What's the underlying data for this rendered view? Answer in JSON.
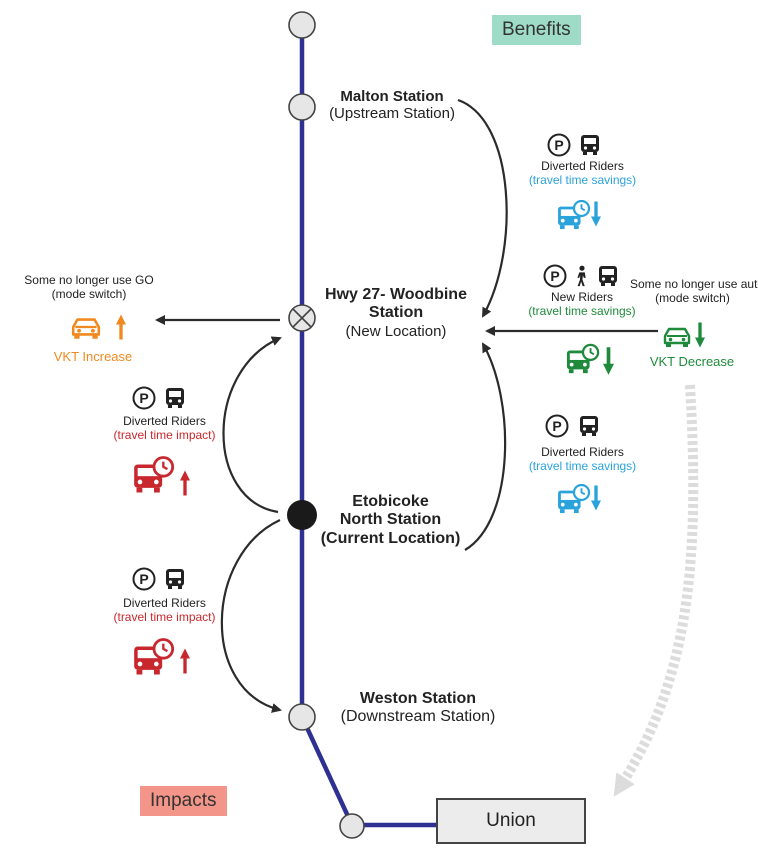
{
  "tags": {
    "benefits": "Benefits",
    "impacts": "Impacts"
  },
  "colors": {
    "line": "#2e3192",
    "arrow": "#2b2b2b",
    "benefit_blue": "#2aa3dc",
    "benefit_green": "#1f8a3b",
    "impact_red": "#c8282d",
    "vkt_orange": "#f08a1f",
    "benefits_bg": "#9fdcc8",
    "impacts_bg": "#f4958a",
    "union_arrow": "#dcdcdc"
  },
  "stations": {
    "malton": {
      "name": "Malton Station",
      "sub": "(Upstream Station)"
    },
    "woodbine": {
      "name1": "Hwy 27- Woodbine",
      "name2": "Station",
      "sub": "(New Location)"
    },
    "etobicoke": {
      "name1": "Etobicoke",
      "name2": "North Station",
      "sub": "(Current Location)"
    },
    "weston": {
      "name": "Weston Station",
      "sub": "(Downstream Station)"
    },
    "union": "Union"
  },
  "groups": {
    "upstream_diverted": {
      "label": "Diverted Riders",
      "note": "(travel time savings)",
      "icons": [
        "parking-icon",
        "bus-icon",
        "bus-clock-icon",
        "arrow-down-icon"
      ]
    },
    "new_riders": {
      "label": "New Riders",
      "note": "(travel time savings)",
      "icons": [
        "parking-icon",
        "walk-icon",
        "bus-icon",
        "bus-clock-icon",
        "arrow-down-icon"
      ]
    },
    "downstream_diverted_right": {
      "label": "Diverted Riders",
      "note": "(travel time savings)",
      "icons": [
        "parking-icon",
        "bus-icon",
        "bus-clock-icon",
        "arrow-down-icon"
      ]
    },
    "diverted_impact_upper": {
      "label": "Diverted Riders",
      "note": "(travel time impact)",
      "icons": [
        "parking-icon",
        "bus-icon",
        "bus-clock-icon",
        "arrow-up-icon"
      ]
    },
    "diverted_impact_lower": {
      "label": "Diverted Riders",
      "note": "(travel time impact)",
      "icons": [
        "parking-icon",
        "bus-icon",
        "bus-clock-icon",
        "arrow-up-icon"
      ]
    },
    "mode_switch_go": {
      "line1": "Some no longer use GO",
      "line2": "(mode switch)",
      "vkt": "VKT Increase",
      "icons": [
        "car-icon",
        "arrow-up-icon"
      ]
    },
    "mode_switch_auto": {
      "line1": "Some no longer use auto",
      "line2": "(mode switch)",
      "vkt": "VKT Decrease",
      "icons": [
        "car-icon",
        "arrow-down-icon"
      ]
    }
  }
}
